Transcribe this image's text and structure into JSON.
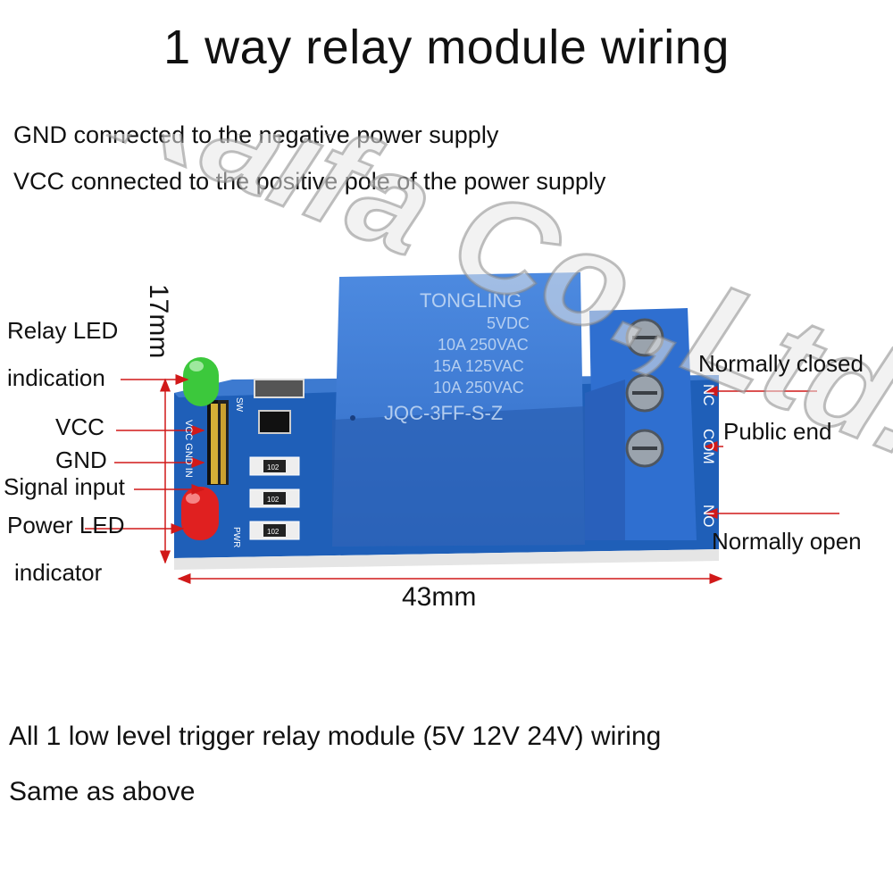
{
  "title": "1 way relay module wiring",
  "notes": {
    "gnd": "GND connected to the negative power supply",
    "vcc": "VCC connected to the positive pole of the power supply"
  },
  "left_labels": {
    "relay_led": "Relay LED",
    "relay_led_2": "indication",
    "vcc": "VCC",
    "gnd": "GND",
    "signal": "Signal input",
    "power_led": "Power LED",
    "power_led_2": "indicator"
  },
  "right_labels": {
    "nc": "Normally closed",
    "com": "Public end",
    "no": "Normally open"
  },
  "dimensions": {
    "height": "17mm",
    "width": "43mm"
  },
  "relay_text": {
    "brand": "TONGLING",
    "l1": "5VDC",
    "l2": "10A 250VAC",
    "l3": "15A 125VAC",
    "l4": "10A 250VAC",
    "model": "JQC-3FF-S-Z"
  },
  "pcb_text": {
    "pins": "VCC GND IN",
    "sw": "SW",
    "pwr": "PWR",
    "res": "102",
    "nc": "NC",
    "com": "COM",
    "no": "NO"
  },
  "watermark": "Kaifa Co.,Ltd.",
  "bottom": {
    "line1": "All 1 low level trigger relay module (5V 12V 24V) wiring",
    "line2": "Same as above"
  },
  "colors": {
    "pcb": "#1f5fb8",
    "relay": "#3f7fd6",
    "terminal": "#2f6fd0",
    "arrow": "#d11919",
    "led_green": "#3cc83c",
    "led_red": "#e02020"
  }
}
